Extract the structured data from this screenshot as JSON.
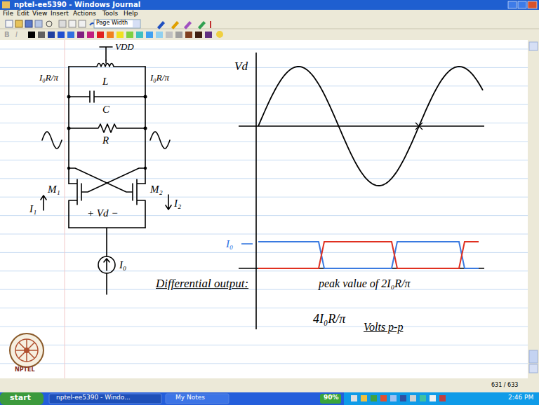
{
  "diagram": {
    "labels": [
      "nptel-ee5390 - Windows Journal",
      "File",
      "Edit",
      "View",
      "Insert",
      "Actions",
      "Tools",
      "Help",
      "Page Width",
      "VDD",
      "I₀R/π",
      "L",
      "C",
      "I₀R/π",
      "R",
      "I₁",
      "M₁",
      "+ Vd −",
      "M₂",
      "I₂",
      "I₀",
      "Vd",
      "I₀",
      "Differential output:",
      "peak value of 2I₀R/π",
      "4I₀R/π",
      "Volts p-p",
      "631 / 633",
      "NPTEL",
      "start",
      "nptel-ee5390 - Windo...",
      "My Notes",
      "90%",
      "2:46 PM",
      "B",
      "I"
    ]
  }
}
